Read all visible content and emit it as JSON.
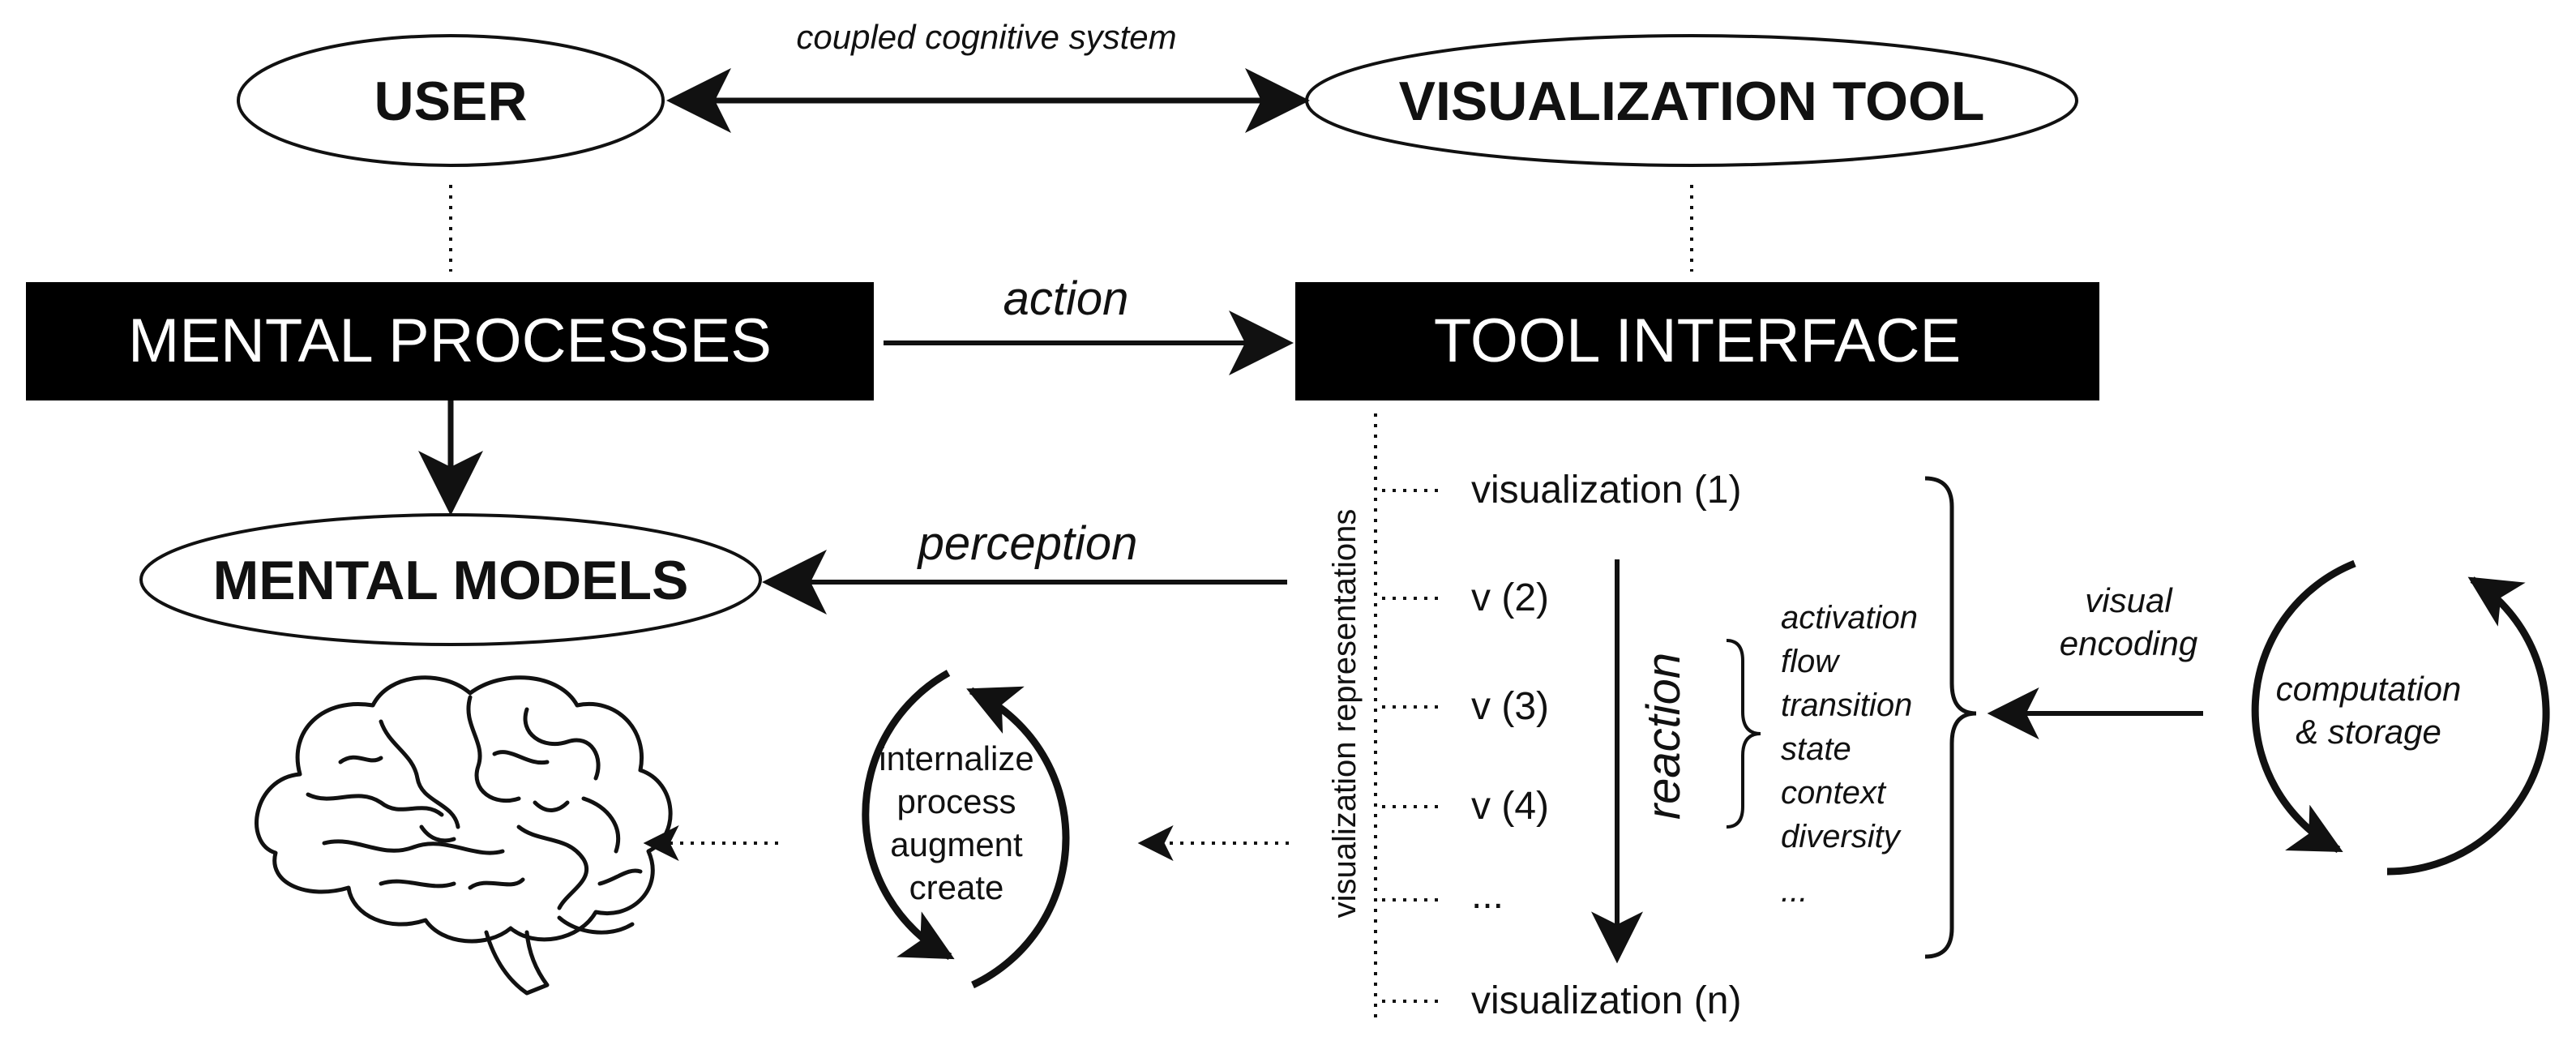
{
  "nodes": {
    "user": "USER",
    "visualization_tool": "VISUALIZATION TOOL",
    "mental_processes": "MENTAL PROCESSES",
    "tool_interface": "TOOL INTERFACE",
    "mental_models": "MENTAL MODELS"
  },
  "labels": {
    "coupled": "coupled cognitive system",
    "action": "action",
    "perception": "perception",
    "reaction": "reaction",
    "visual_encoding": [
      "visual",
      "encoding"
    ],
    "computation_storage": [
      "computation",
      "& storage"
    ],
    "vis_representations": "visualization representations"
  },
  "internalize_words": [
    "internalize",
    "process",
    "augment",
    "create"
  ],
  "vis_list": [
    "visualization (1)",
    "v (2)",
    "v (3)",
    "v (4)",
    "...",
    "visualization (n)"
  ],
  "reaction_list": [
    "activation",
    "flow",
    "transition",
    "state",
    "context",
    "diversity",
    "..."
  ]
}
